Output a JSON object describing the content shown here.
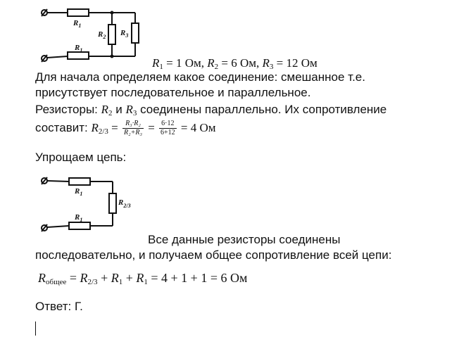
{
  "circuit1": {
    "labels": {
      "r1_top": "R",
      "r1_top_sub": "1",
      "r2": "R",
      "r2_sub": "2",
      "r3": "R",
      "r3_sub": "3",
      "r1_bot": "R",
      "r1_bot_sub": "1"
    }
  },
  "given": {
    "r1_sym": "R",
    "r1_sub": "1",
    "r1_val": " = 1 Ом, ",
    "r2_sym": "R",
    "r2_sub": "2",
    "r2_val": " = 6 Ом, ",
    "r3_sym": "R",
    "r3_sub": "3",
    "r3_val": " = 12 Ом"
  },
  "text": {
    "p1_line1": "Для начала определяем какое соединение: смешанное т.е.",
    "p1_line2": "присутствует последовательное и параллельное.",
    "p2_part1": "Резисторы: ",
    "p2_r2": "R",
    "p2_r2_sub": "2",
    "p2_and": " и ",
    "p2_r3": "R",
    "p2_r3_sub": "3",
    "p2_part2": " соединены параллельно. Их сопротивление",
    "p3_part1": "составит: ",
    "p3_lhs": "R",
    "p3_lhs_sub": "2/3",
    "p3_eq": " = ",
    "p3_frac1_num": "R₃·R₂",
    "p3_frac1_den": "R₂+R₃",
    "p3_eq2": " = ",
    "p3_frac2_num": "6·12",
    "p3_frac2_den": "6+12",
    "p3_result": " = 4 Ом",
    "simplify": "Упрощаем цепь:",
    "p4_line1": "Все данные резисторы соединены",
    "p4_line2": "последовательно, и получаем общее сопротивление всей цепи:",
    "total_sym": "R",
    "total_sub": "общее",
    "total_eq": " = ",
    "total_r23": "R",
    "total_r23_sub": "2/3",
    "total_plus1": " + ",
    "total_r1a": "R",
    "total_r1a_sub": "1",
    "total_plus2": " + ",
    "total_r1b": "R",
    "total_r1b_sub": "1",
    "total_result": " = 4 + 1 + 1 = 6 Ом",
    "answer": "Ответ: Г."
  },
  "circuit2": {
    "labels": {
      "r1_top": "R",
      "r1_top_sub": "1",
      "r23": "R",
      "r23_sub": "2/3",
      "r1_bot": "R",
      "r1_bot_sub": "1"
    }
  }
}
